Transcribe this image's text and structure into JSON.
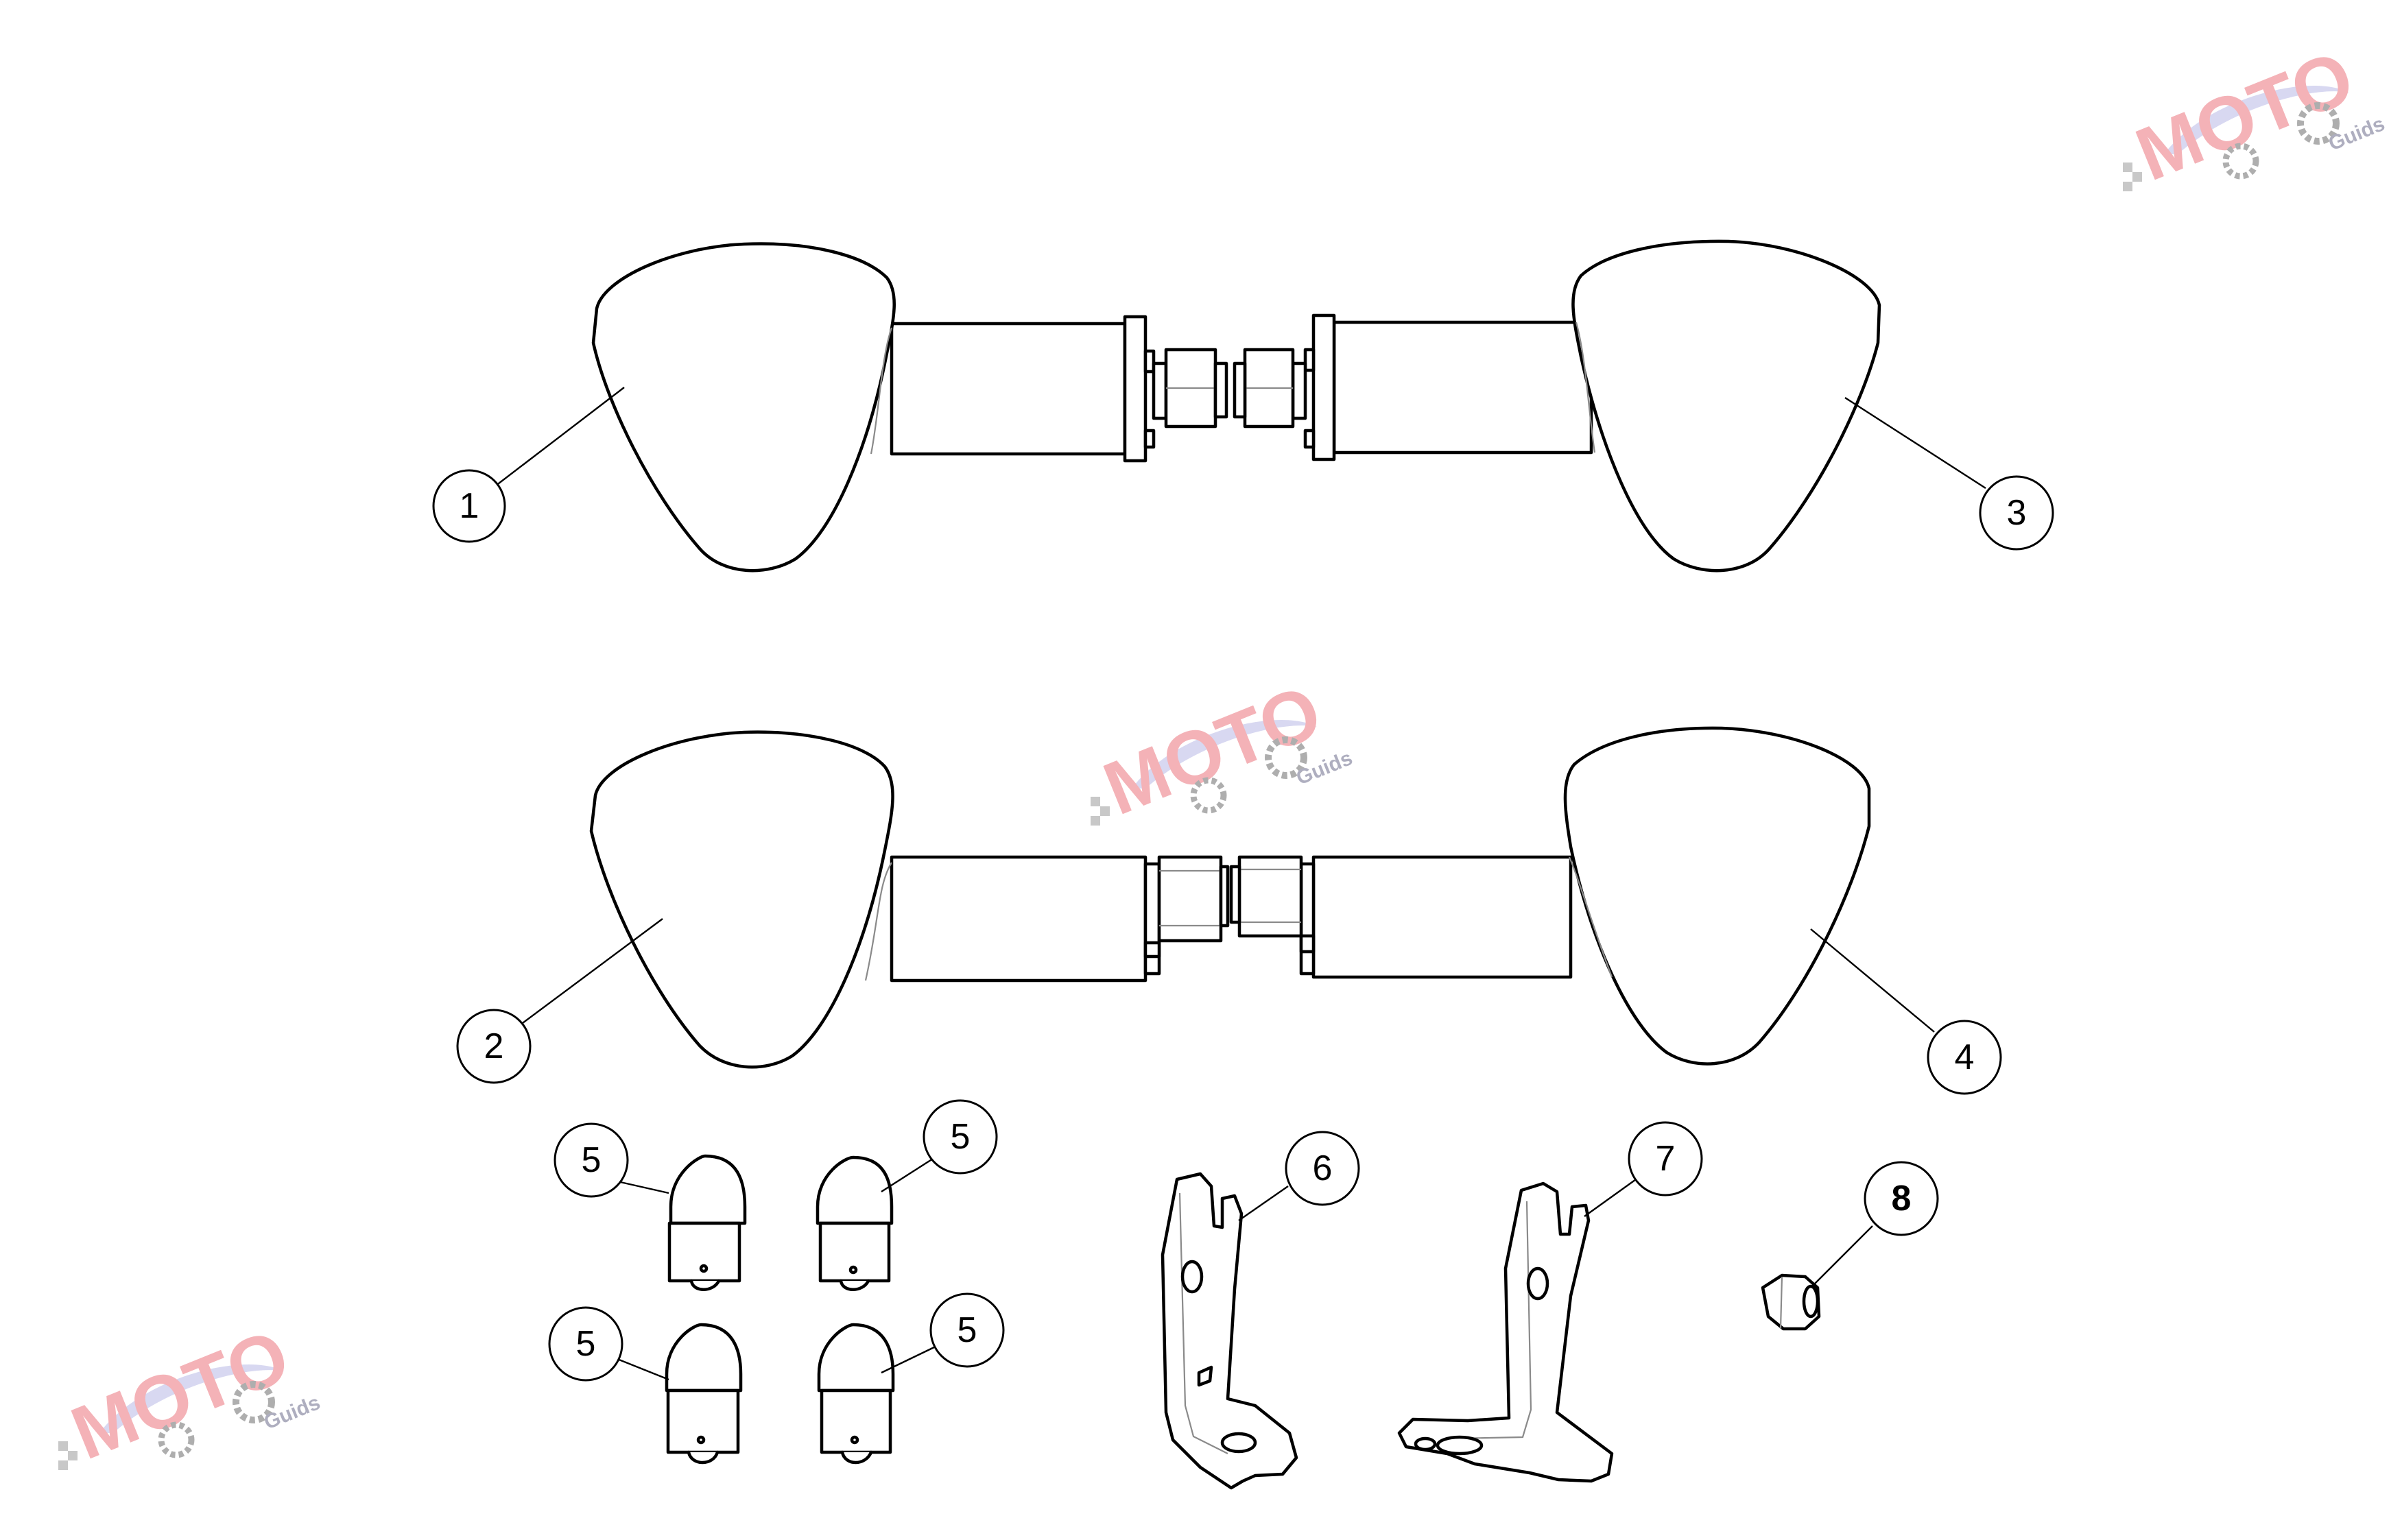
{
  "diagram": {
    "callouts": [
      {
        "id": "c1",
        "label": "1"
      },
      {
        "id": "c2",
        "label": "2"
      },
      {
        "id": "c3",
        "label": "3"
      },
      {
        "id": "c4",
        "label": "4"
      },
      {
        "id": "c5a",
        "label": "5"
      },
      {
        "id": "c5b",
        "label": "5"
      },
      {
        "id": "c5c",
        "label": "5"
      },
      {
        "id": "c5d",
        "label": "5"
      },
      {
        "id": "c6",
        "label": "6"
      },
      {
        "id": "c7",
        "label": "7"
      },
      {
        "id": "c8",
        "label": "8"
      }
    ],
    "watermark": {
      "main": "MOTO",
      "sub": "Guids"
    },
    "colors": {
      "line": "#000000",
      "watermark_red": "#f2a0a6",
      "watermark_blue": "#b8b8e0"
    }
  }
}
